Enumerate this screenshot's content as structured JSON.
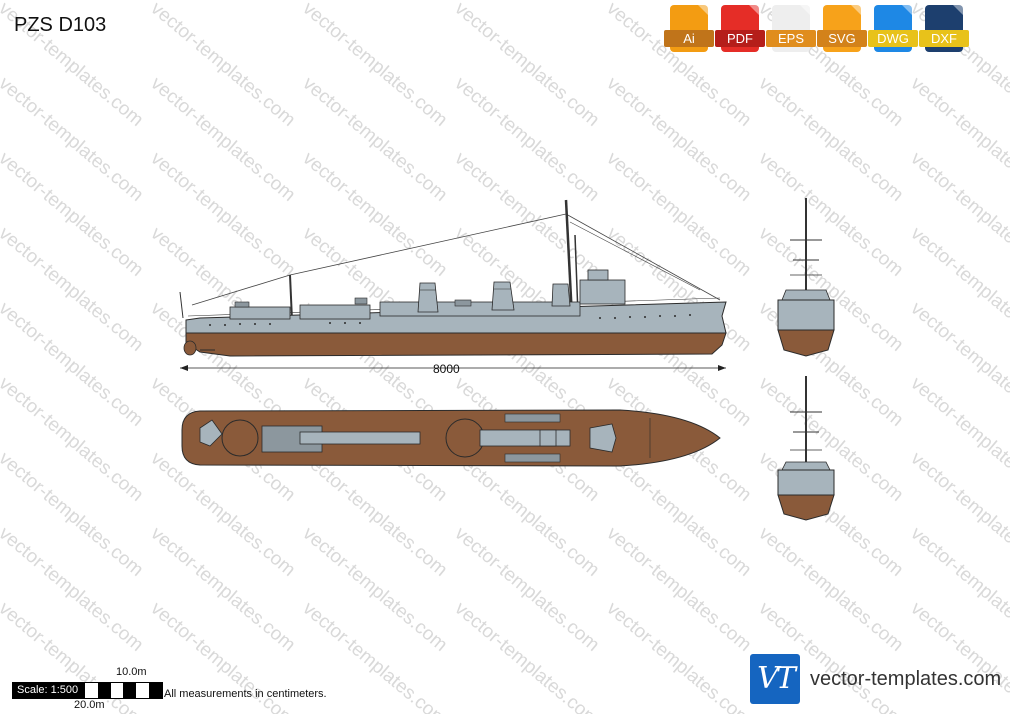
{
  "title": "PZS D103",
  "watermark_text": "vector-templates.com",
  "formats": [
    {
      "label": "Ai",
      "color": "#f39c12",
      "label_color": "#c0741a"
    },
    {
      "label": "PDF",
      "color": "#e52d27",
      "label_color": "#b51e1a"
    },
    {
      "label": "EPS",
      "color": "#eeeeee",
      "label_color": "#e08d1d"
    },
    {
      "label": "SVG",
      "color": "#f7a21a",
      "label_color": "#d3821a"
    },
    {
      "label": "DWG",
      "color": "#1e88e5",
      "label_color": "#e8c21a"
    },
    {
      "label": "DXF",
      "color": "#1d3f6e",
      "label_color": "#e8c21a"
    }
  ],
  "dimension_label": "8000",
  "scale": {
    "label": "Scale: 1:500",
    "top_value": "10.0m",
    "bottom_value": "20.0m"
  },
  "measurement_note": "All measurements in centimeters.",
  "brand": {
    "logo_text": "VT",
    "site": "vector-templates.com",
    "logo_color": "#1565c0"
  },
  "colors": {
    "hull_gray": "#a7b4bc",
    "hull_red": "#8a5a3a",
    "deck_brown": "#8a5a3a"
  }
}
